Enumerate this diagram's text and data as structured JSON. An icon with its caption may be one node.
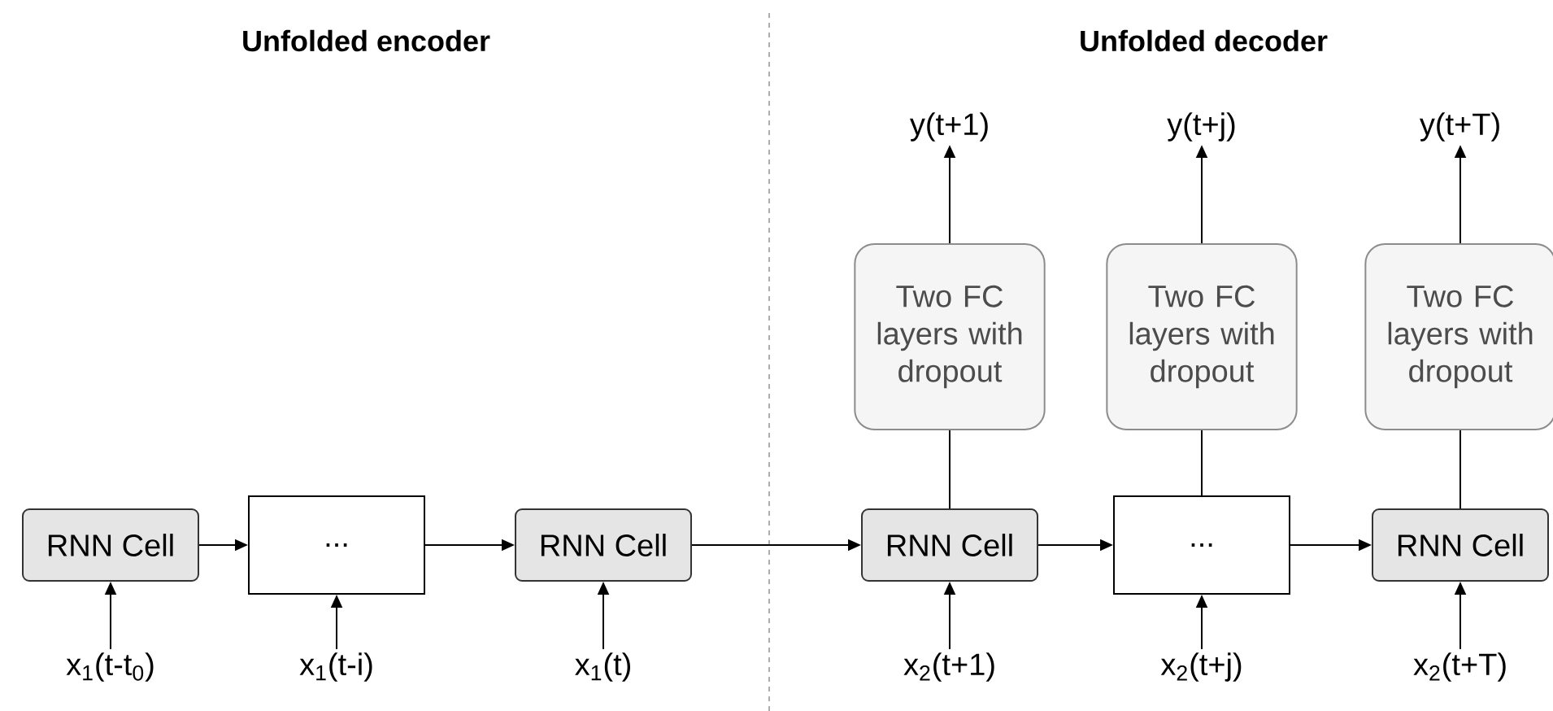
{
  "diagram": {
    "nodes": [
      {
        "text": [
          "RNN Cell"
        ]
      },
      {
        "text": [
          "..."
        ]
      },
      {
        "text": [
          "RNN Cell"
        ]
      },
      {
        "text": [
          "RNN Cell"
        ]
      },
      {
        "text": [
          "..."
        ]
      },
      {
        "text": [
          "RNN Cell"
        ]
      },
      {
        "text": [
          "Two FC layers with dropout"
        ]
      },
      {
        "text": [
          "Two FC layers with dropout"
        ]
      },
      {
        "text": [
          "Two FC layers with dropout"
        ]
      },
      {
        "text": [
          "x$_{1}$(t-t$_{0}$)"
        ]
      },
      {
        "text": [
          "x$_{1}$(t-i)"
        ]
      },
      {
        "text": [
          "x$_{1}$(t)"
        ]
      },
      {
        "text": [
          "x$_{2}$(t+1)"
        ]
      },
      {
        "text": [
          "x$_{2}$(t+j)"
        ]
      },
      {
        "text": [
          "x$_{2}$(t+T)"
        ]
      },
      {
        "text": [
          "y(t+1)"
        ]
      },
      {
        "text": [
          "y(t+j)"
        ]
      },
      {
        "text": [
          "y(t+T)"
        ]
      }
    ],
    "edges": [
      {
        "from": 0,
        "to": 1,
        "arrow": "to"
      },
      {
        "from": 1,
        "to": 2,
        "arrow": "to"
      },
      {
        "from": 2,
        "to": 3,
        "arrow": "to"
      },
      {
        "from": 3,
        "to": 4,
        "arrow": "to"
      },
      {
        "from": 4,
        "to": 5,
        "arrow": "to"
      },
      {
        "from": 9,
        "to": 0,
        "arrow": "to"
      },
      {
        "from": 10,
        "to": 1,
        "arrow": "to"
      },
      {
        "from": 11,
        "to": 2,
        "arrow": "to"
      },
      {
        "from": 12,
        "to": 3,
        "arrow": "to"
      },
      {
        "from": 13,
        "to": 4,
        "arrow": "to"
      },
      {
        "from": 14,
        "to": 5,
        "arrow": "to"
      },
      {
        "from": 3,
        "to": 6,
        "arrow": "none"
      },
      {
        "from": 4,
        "to": 7,
        "arrow": "none"
      },
      {
        "from": 5,
        "to": 8,
        "arrow": "none"
      },
      {
        "from": 6,
        "to": 15,
        "arrow": "to"
      },
      {
        "from": 7,
        "to": 16,
        "arrow": "to"
      },
      {
        "from": 8,
        "to": 17,
        "arrow": "to"
      }
    ],
    "labels": [
      "Unfolded encoder",
      "Unfolded decoder"
    ]
  }
}
